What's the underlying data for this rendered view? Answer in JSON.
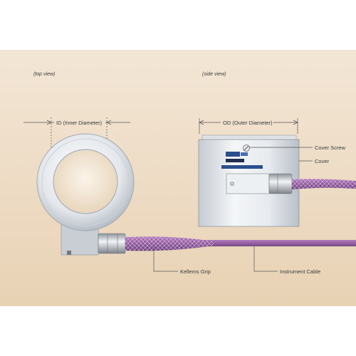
{
  "views": {
    "top": "(top view)",
    "side": "(side view)"
  },
  "dimensions": {
    "inner": "ID (Inner Diameter)",
    "outer": "OD (Outer Diameter)"
  },
  "callouts": {
    "cover_screw": "Cover Screw",
    "cover": "Cover",
    "kellems_grip": "Kellems Grip",
    "instrument_cable": "Instrument Cable"
  },
  "colors": {
    "panel_top": "#f0e0cc",
    "panel_bottom": "#e9d3b6",
    "cable": "#8e5a9c",
    "cable_dark": "#6d3f7b",
    "metal_light": "#f4f6f8",
    "metal_dark": "#b6bcc3",
    "label_blue": "#2b4f8c",
    "line": "#555555"
  },
  "icons": {
    "logo": "brand-logo-icon"
  }
}
